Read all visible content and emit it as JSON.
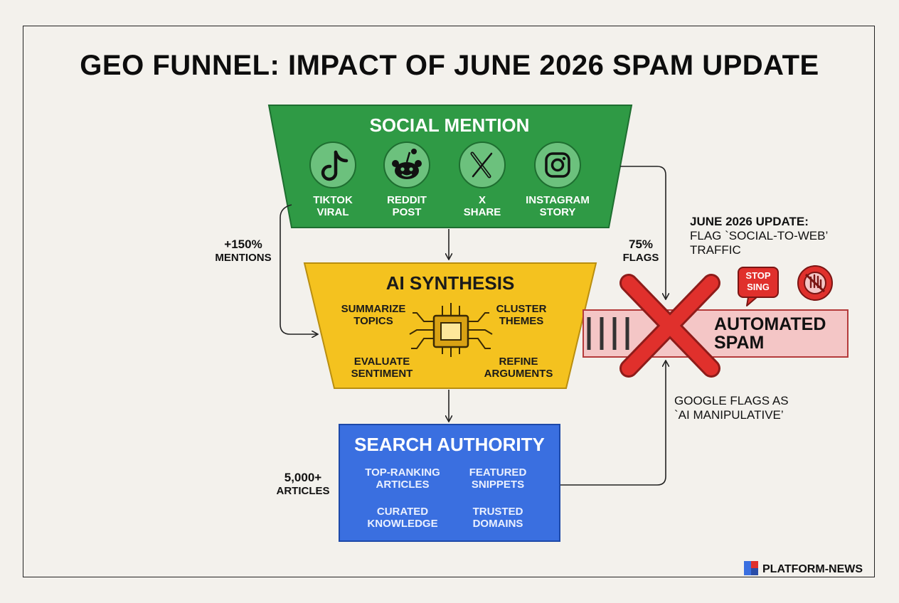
{
  "title": "GEO FUNNEL: IMPACT OF JUNE 2026 SPAM UPDATE",
  "social": {
    "title": "SOCIAL MENTION",
    "platforms": [
      {
        "icon": "tiktok-icon",
        "line1": "TIKTOK",
        "line2": "VIRAL"
      },
      {
        "icon": "reddit-icon",
        "line1": "REDDIT",
        "line2": "POST"
      },
      {
        "icon": "x-icon",
        "line1": "X",
        "line2": "SHARE"
      },
      {
        "icon": "instagram-icon",
        "line1": "INSTAGRAM",
        "line2": "STORY"
      }
    ]
  },
  "ai": {
    "title": "AI SYNTHESIS",
    "items": [
      {
        "line1": "SUMMARIZE",
        "line2": "TOPICS"
      },
      {
        "line1": "CLUSTER",
        "line2": "THEMES"
      },
      {
        "line1": "EVALUATE",
        "line2": "SENTIMENT"
      },
      {
        "line1": "REFINE",
        "line2": "ARGUMENTS"
      }
    ]
  },
  "search": {
    "title": "SEARCH AUTHORITY",
    "items": [
      {
        "line1": "TOP-RANKING",
        "line2": "ARTICLES"
      },
      {
        "line1": "FEATURED",
        "line2": "SNIPPETS"
      },
      {
        "line1": "CURATED",
        "line2": "KNOWLEDGE"
      },
      {
        "line1": "TRUSTED",
        "line2": "DOMAINS"
      }
    ]
  },
  "side": {
    "mentions_value": "+150%",
    "mentions_label": "MENTIONS",
    "flags_value": "75%",
    "flags_label": "FLAGS",
    "articles_value": "5,000+",
    "articles_label": "ARTICLES"
  },
  "update": {
    "heading": "JUNE 2026 UPDATE:",
    "line1": "FLAG `SOCIAL-TO-WEB’",
    "line2": "TRAFFIC"
  },
  "spam": {
    "line1": "AUTOMATED",
    "line2": "SPAM",
    "stop_line1": "STOP",
    "stop_line2": "SING"
  },
  "google": {
    "line1": "GOOGLE FLAGS AS",
    "line2": "`AI MANIPULATIVE’"
  },
  "brand": "PLATFORM-NEWS",
  "colors": {
    "social": "#2f9a45",
    "ai": "#f4c21f",
    "search": "#3a6fe0",
    "spam_bg": "#f4c6c6",
    "cross": "#e0302c"
  }
}
